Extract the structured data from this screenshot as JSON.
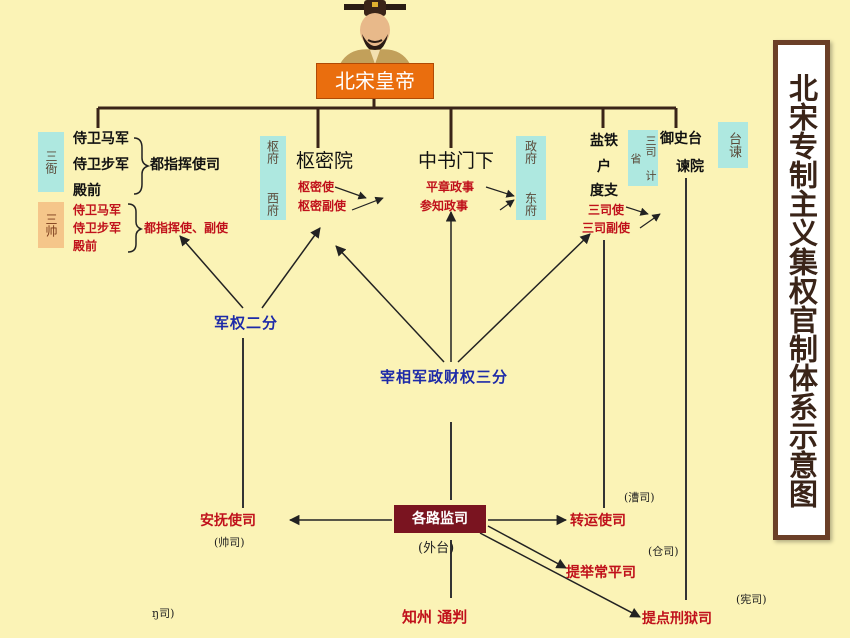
{
  "title": "北宋专制主义集权官制体系示意图",
  "emperor": "北宋皇帝",
  "sanya": {
    "label": "三衙",
    "items": [
      "侍卫马军",
      "侍卫步军",
      "殿前"
    ],
    "suffix": "都指挥使司"
  },
  "sanshuai": {
    "label": "三帅",
    "items": [
      "侍卫马军",
      "侍卫步军",
      "殿前"
    ],
    "suffix": "都指挥使、副使"
  },
  "shumi": {
    "side_top": "枢府",
    "side_bottom": "西府",
    "name": "枢密院",
    "officials": [
      "枢密使",
      "枢密副使"
    ]
  },
  "zhongshu": {
    "name": "中书门下",
    "officials": [
      "平章政事",
      "参知政事"
    ],
    "side_top": "政府",
    "side_bottom": "东府"
  },
  "sansi": {
    "items": [
      "盐铁",
      "户",
      "度支"
    ],
    "box": "三司 计省",
    "officials": [
      "三司使",
      "三司副使"
    ]
  },
  "jiantai": {
    "items": [
      "御史台",
      "谏院"
    ],
    "box": "台谏"
  },
  "labels": {
    "military_split": "军权二分",
    "three_split": "宰相军政财权三分"
  },
  "local": {
    "jianlu": "各路监司",
    "jianlu_note": "(外台)",
    "anfu": "安抚使司",
    "anfu_note": "(帅司)",
    "zhuanyun": "转运使司",
    "zhuanyun_note": "(漕司)",
    "tiju": "提举常平司",
    "tiju_note": "(仓司)",
    "tidian": "提点刑狱司",
    "tidian_note": "(宪司)",
    "zhizhou": "知州  通判",
    "bottom_left_fragment": "ŋ司)"
  }
}
